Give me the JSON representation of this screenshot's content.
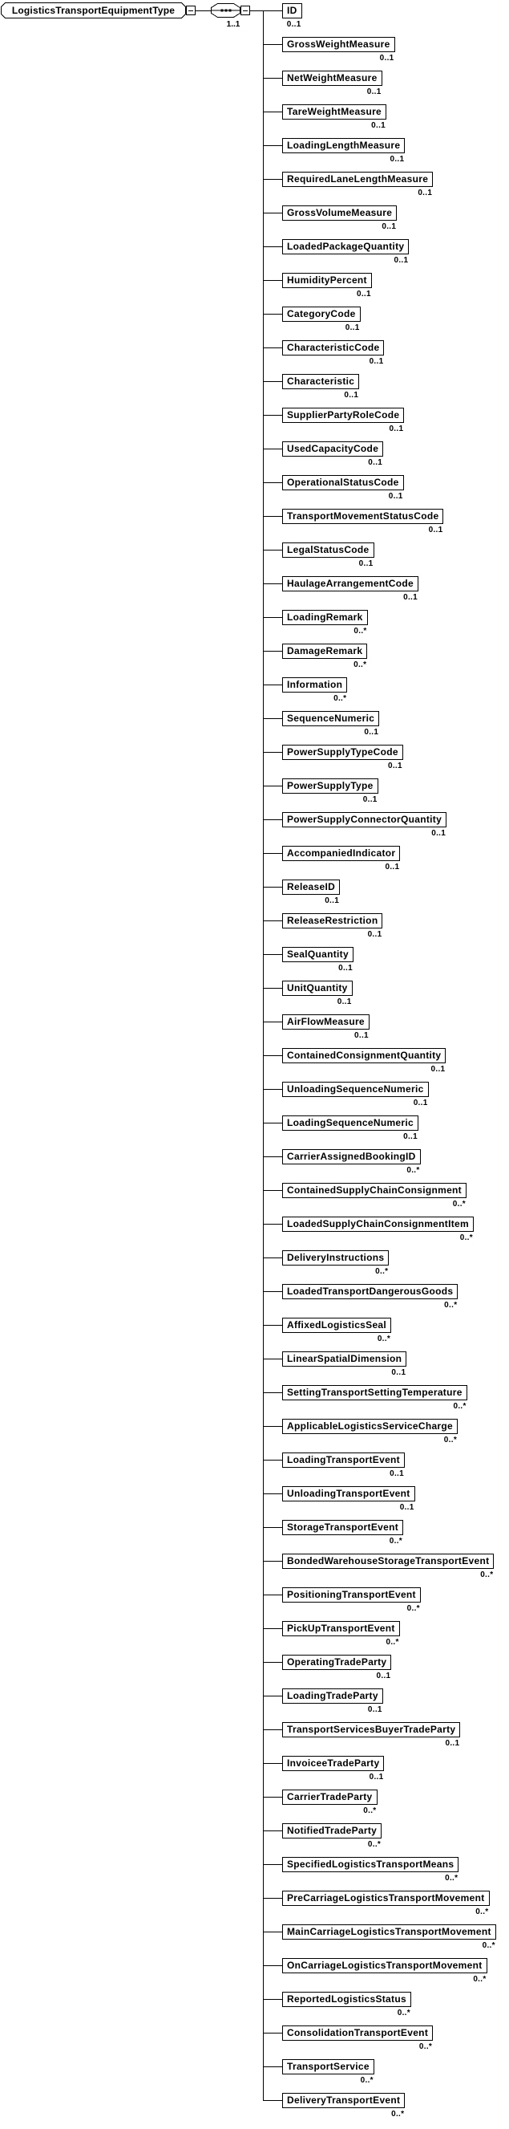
{
  "diagram": {
    "root": {
      "label": "LogisticsTransportEquipmentType",
      "compositor": "sequence",
      "cardinality": "1..1"
    },
    "colors": {
      "line": "#000000",
      "fill": "#ffffff",
      "text": "#000000"
    },
    "elements": [
      {
        "name": "ID",
        "cardinality": "0..1"
      },
      {
        "name": "GrossWeightMeasure",
        "cardinality": "0..1"
      },
      {
        "name": "NetWeightMeasure",
        "cardinality": "0..1"
      },
      {
        "name": "TareWeightMeasure",
        "cardinality": "0..1"
      },
      {
        "name": "LoadingLengthMeasure",
        "cardinality": "0..1"
      },
      {
        "name": "RequiredLaneLengthMeasure",
        "cardinality": "0..1"
      },
      {
        "name": "GrossVolumeMeasure",
        "cardinality": "0..1"
      },
      {
        "name": "LoadedPackageQuantity",
        "cardinality": "0..1"
      },
      {
        "name": "HumidityPercent",
        "cardinality": "0..1"
      },
      {
        "name": "CategoryCode",
        "cardinality": "0..1"
      },
      {
        "name": "CharacteristicCode",
        "cardinality": "0..1"
      },
      {
        "name": "Characteristic",
        "cardinality": "0..1"
      },
      {
        "name": "SupplierPartyRoleCode",
        "cardinality": "0..1"
      },
      {
        "name": "UsedCapacityCode",
        "cardinality": "0..1"
      },
      {
        "name": "OperationalStatusCode",
        "cardinality": "0..1"
      },
      {
        "name": "TransportMovementStatusCode",
        "cardinality": "0..1"
      },
      {
        "name": "LegalStatusCode",
        "cardinality": "0..1"
      },
      {
        "name": "HaulageArrangementCode",
        "cardinality": "0..1"
      },
      {
        "name": "LoadingRemark",
        "cardinality": "0..*"
      },
      {
        "name": "DamageRemark",
        "cardinality": "0..*"
      },
      {
        "name": "Information",
        "cardinality": "0..*"
      },
      {
        "name": "SequenceNumeric",
        "cardinality": "0..1"
      },
      {
        "name": "PowerSupplyTypeCode",
        "cardinality": "0..1"
      },
      {
        "name": "PowerSupplyType",
        "cardinality": "0..1"
      },
      {
        "name": "PowerSupplyConnectorQuantity",
        "cardinality": "0..1"
      },
      {
        "name": "AccompaniedIndicator",
        "cardinality": "0..1"
      },
      {
        "name": "ReleaseID",
        "cardinality": "0..1"
      },
      {
        "name": "ReleaseRestriction",
        "cardinality": "0..1"
      },
      {
        "name": "SealQuantity",
        "cardinality": "0..1"
      },
      {
        "name": "UnitQuantity",
        "cardinality": "0..1"
      },
      {
        "name": "AirFlowMeasure",
        "cardinality": "0..1"
      },
      {
        "name": "ContainedConsignmentQuantity",
        "cardinality": "0..1"
      },
      {
        "name": "UnloadingSequenceNumeric",
        "cardinality": "0..1"
      },
      {
        "name": "LoadingSequenceNumeric",
        "cardinality": "0..1"
      },
      {
        "name": "CarrierAssignedBookingID",
        "cardinality": "0..*"
      },
      {
        "name": "ContainedSupplyChainConsignment",
        "cardinality": "0..*"
      },
      {
        "name": "LoadedSupplyChainConsignmentItem",
        "cardinality": "0..*"
      },
      {
        "name": "DeliveryInstructions",
        "cardinality": "0..*"
      },
      {
        "name": "LoadedTransportDangerousGoods",
        "cardinality": "0..*"
      },
      {
        "name": "AffixedLogisticsSeal",
        "cardinality": "0..*"
      },
      {
        "name": "LinearSpatialDimension",
        "cardinality": "0..1"
      },
      {
        "name": "SettingTransportSettingTemperature",
        "cardinality": "0..*"
      },
      {
        "name": "ApplicableLogisticsServiceCharge",
        "cardinality": "0..*"
      },
      {
        "name": "LoadingTransportEvent",
        "cardinality": "0..1"
      },
      {
        "name": "UnloadingTransportEvent",
        "cardinality": "0..1"
      },
      {
        "name": "StorageTransportEvent",
        "cardinality": "0..*"
      },
      {
        "name": "BondedWarehouseStorageTransportEvent",
        "cardinality": "0..*"
      },
      {
        "name": "PositioningTransportEvent",
        "cardinality": "0..*"
      },
      {
        "name": "PickUpTransportEvent",
        "cardinality": "0..*"
      },
      {
        "name": "OperatingTradeParty",
        "cardinality": "0..1"
      },
      {
        "name": "LoadingTradeParty",
        "cardinality": "0..1"
      },
      {
        "name": "TransportServicesBuyerTradeParty",
        "cardinality": "0..1"
      },
      {
        "name": "InvoiceeTradeParty",
        "cardinality": "0..1"
      },
      {
        "name": "CarrierTradeParty",
        "cardinality": "0..*"
      },
      {
        "name": "NotifiedTradeParty",
        "cardinality": "0..*"
      },
      {
        "name": "SpecifiedLogisticsTransportMeans",
        "cardinality": "0..*"
      },
      {
        "name": "PreCarriageLogisticsTransportMovement",
        "cardinality": "0..*"
      },
      {
        "name": "MainCarriageLogisticsTransportMovement",
        "cardinality": "0..*"
      },
      {
        "name": "OnCarriageLogisticsTransportMovement",
        "cardinality": "0..*"
      },
      {
        "name": "ReportedLogisticsStatus",
        "cardinality": "0..*"
      },
      {
        "name": "ConsolidationTransportEvent",
        "cardinality": "0..*"
      },
      {
        "name": "TransportService",
        "cardinality": "0..*"
      },
      {
        "name": "DeliveryTransportEvent",
        "cardinality": "0..*"
      }
    ]
  }
}
